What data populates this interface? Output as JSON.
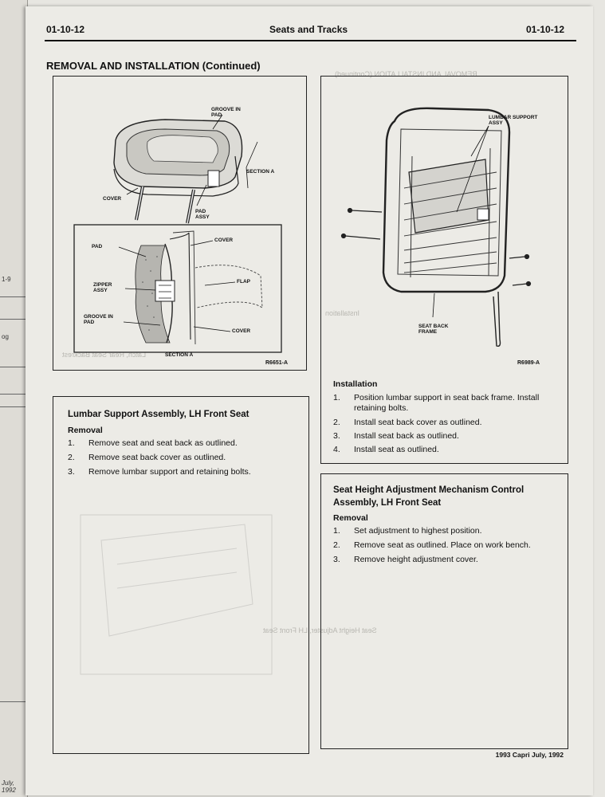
{
  "header": {
    "left_code": "01-10-12",
    "center_title": "Seats and Tracks",
    "right_code": "01-10-12"
  },
  "section_title": "REMOVAL AND INSTALLATION (Continued)",
  "figure_left": {
    "callouts": {
      "groove_in_pad_top": "GROOVE IN PAD",
      "section_a_marker": "SECTION A",
      "cover_top": "COVER",
      "pad_assy": "PAD ASSY",
      "pad": "PAD",
      "cover_inset": "COVER",
      "flap": "FLAP",
      "zipper_assy": "ZIPPER ASSY",
      "groove_in_pad_inset": "GROOVE IN PAD",
      "cover_bottom": "COVER",
      "section_a_label": "SECTION A"
    },
    "code": "R6651-A"
  },
  "figure_right": {
    "callouts": {
      "lumbar_support_assy": "LUMBAR SUPPORT ASSY",
      "seat_back_frame": "SEAT BACK FRAME"
    },
    "code": "R6989-A"
  },
  "installation": {
    "title": "Installation",
    "steps": [
      {
        "num": "1.",
        "lines": [
          "Position lumbar support in seat back frame. Install",
          "retaining bolts."
        ]
      },
      {
        "num": "2.",
        "lines": [
          "Install seat back cover as outlined."
        ]
      },
      {
        "num": "3.",
        "lines": [
          "Install seat back as outlined."
        ]
      },
      {
        "num": "4.",
        "lines": [
          "Install seat as outlined."
        ]
      }
    ]
  },
  "lumbar_proc": {
    "title": "Lumbar Support Assembly, LH Front Seat",
    "subtitle": "Removal",
    "steps": [
      {
        "num": "1.",
        "text": "Remove seat and seat back as outlined."
      },
      {
        "num": "2.",
        "text": "Remove seat back cover as outlined."
      },
      {
        "num": "3.",
        "text": "Remove lumbar support and retaining bolts."
      }
    ]
  },
  "height_proc": {
    "title_lines": [
      "Seat Height Adjustment Mechanism Control",
      "Assembly, LH Front Seat"
    ],
    "subtitle": "Removal",
    "steps": [
      {
        "num": "1.",
        "text": "Set adjustment to highest position."
      },
      {
        "num": "2.",
        "text": "Remove seat as outlined. Place on work bench."
      },
      {
        "num": "3.",
        "text": "Remove height adjustment cover."
      }
    ]
  },
  "footer": "1993 Capri July, 1992",
  "edge_marks": [
    "1-9",
    "og",
    "July, 1992"
  ]
}
